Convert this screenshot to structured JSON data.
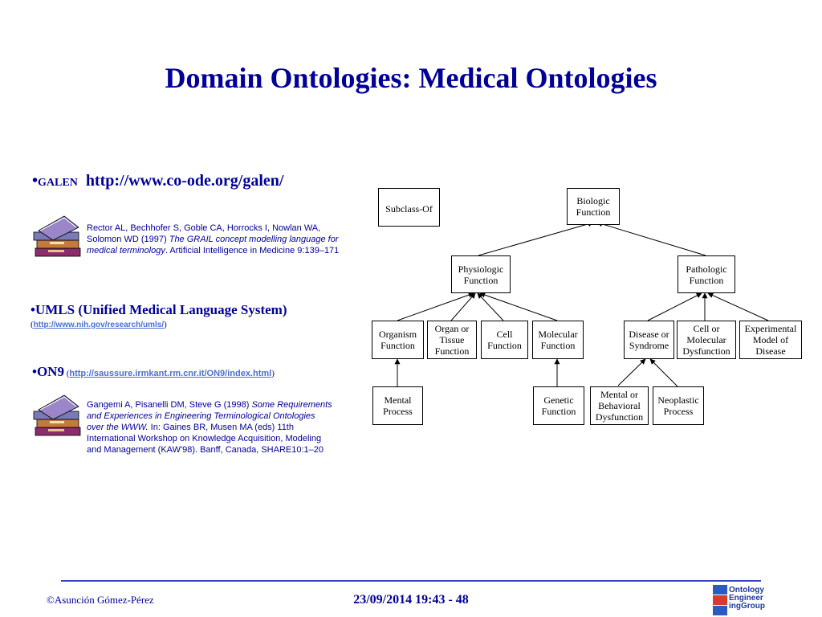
{
  "slide": {
    "title": "Domain Ontologies: Medical Ontologies"
  },
  "galen": {
    "label": "GALEN",
    "url": "http://www.co-ode.org/galen/",
    "ref_line1": "Rector AL, Bechhofer S, Goble CA, Horrocks I, Nowlan WA,",
    "ref_line2_plain": "Solomon WD (1997) ",
    "ref_line2_italic": "The GRAIL concept modelling language for",
    "ref_line3_italic": "medical terminology",
    "ref_line3_plain": ". Artificial Intelligence in Medicine 9:139–171"
  },
  "umls": {
    "label": "UMLS (Unified Medical Language System)",
    "open_paren": "(",
    "url": "http://www.nih.gov/research/umls/",
    "close_paren": ")"
  },
  "on9": {
    "label": "ON9",
    "open_paren": " (",
    "url": "http://saussure.irmkant.rm.cnr.it/ON9/index.html",
    "close_paren": ")",
    "ref_line1_plain": "Gangemi A, Pisanelli DM, Steve G (1998) ",
    "ref_line1_italic": "Some Requirements",
    "ref_line2_italic": "and Experiences in Engineering Terminological Ontologies",
    "ref_line3_italic": "over the WWW.",
    "ref_line3_plain": " In: Gaines BR, Musen MA (eds) 11th",
    "ref_line4": "International Workshop on Knowledge Acquisition, Modeling",
    "ref_line5": "and Management (KAW'98). Banff, Canada, SHARE10:1–20"
  },
  "diagram": {
    "legend": "Subclass-Of",
    "nodes": {
      "biologic": "Biologic\nFunction",
      "physiologic": "Physiologic\nFunction",
      "pathologic": "Pathologic\nFunction",
      "organism": "Organism\nFunction",
      "organ": "Organ or\nTissue\nFunction",
      "cell": "Cell\nFunction",
      "molecular": "Molecular\nFunction",
      "disease": "Disease or\nSyndrome",
      "cellmol": "Cell or\nMolecular\nDysfunction",
      "experimental": "Experimental\nModel of\nDisease",
      "mental": "Mental\nProcess",
      "genetic": "Genetic\nFunction",
      "mentalbehav": "Mental or\nBehavioral\nDysfunction",
      "neoplastic": "Neoplastic\nProcess"
    }
  },
  "footer": {
    "author": "©Asunción Gómez-Pérez",
    "datetime": "23/09/2014 19:43 - 48",
    "logo_line1": "Ontology",
    "logo_line2": "Engineer",
    "logo_line3": "ingGroup"
  },
  "colors": {
    "title": "#000099",
    "link": "#4a6fd0",
    "rule": "#3344bb"
  }
}
